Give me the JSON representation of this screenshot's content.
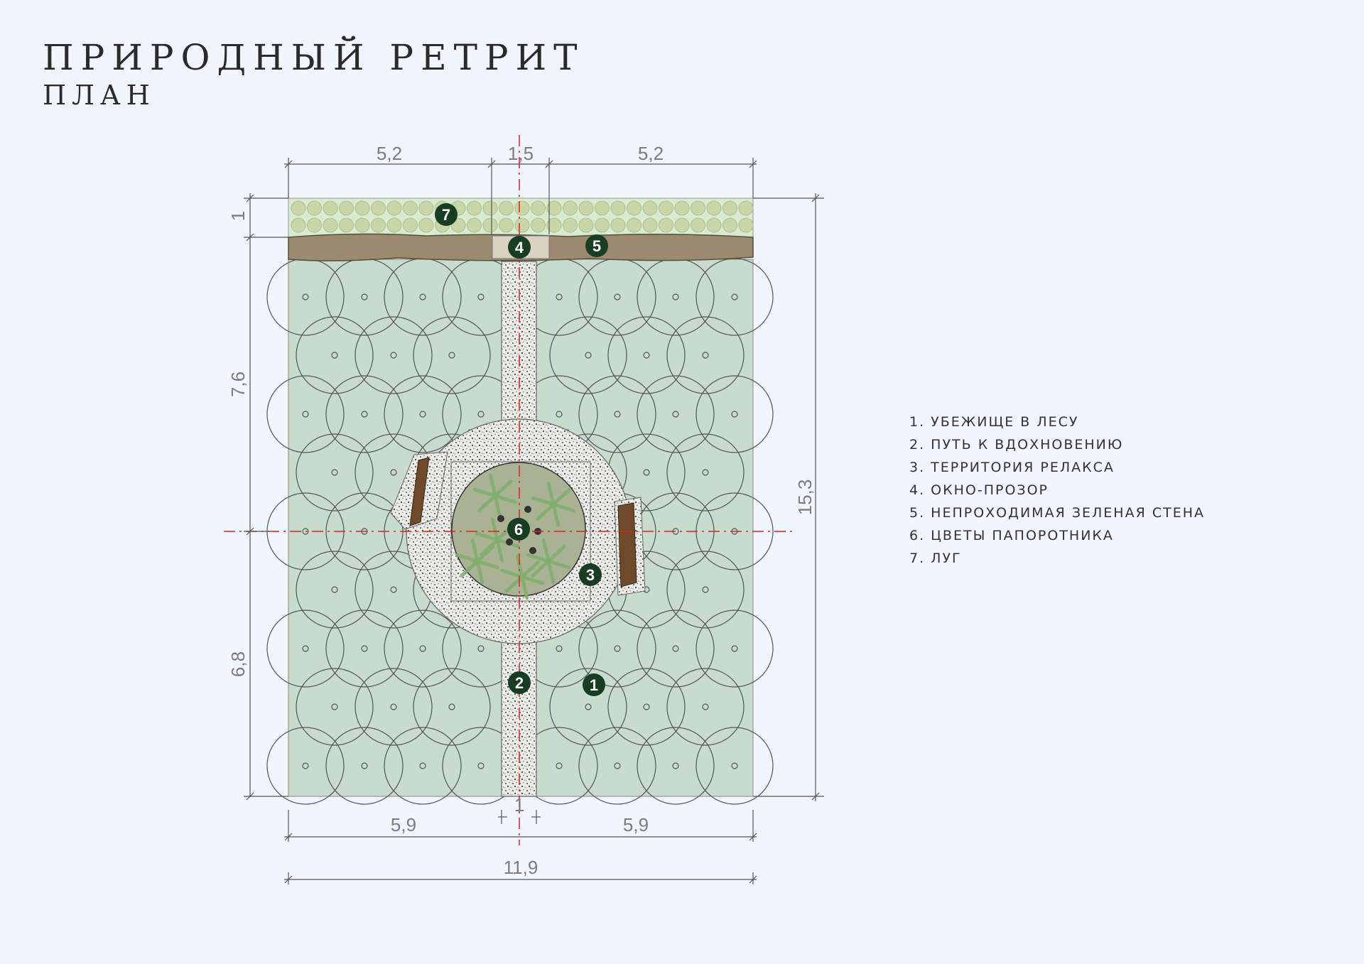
{
  "title": "ПРИРОДНЫЙ РЕТРИТ",
  "subtitle": "ПЛАН",
  "dimensions": {
    "top_left": "5,2",
    "top_center": "1,5",
    "top_right": "5,2",
    "left_top": "1",
    "left_upper": "7,6",
    "left_lower": "6,8",
    "right_total": "15,3",
    "bottom_left": "5,9",
    "bottom_center": "1",
    "bottom_right": "5,9",
    "bottom_total": "11,9"
  },
  "markers": [
    "1",
    "2",
    "3",
    "4",
    "5",
    "6",
    "7"
  ],
  "legend": [
    "1. УБЕЖИЩЕ В ЛЕСУ",
    "2. ПУТЬ К ВДОХНОВЕНИЮ",
    "3. ТЕРРИТОРИЯ РЕЛАКСА",
    "4. ОКНО-ПРОЗОР",
    "5. НЕПРОХОДИМАЯ ЗЕЛЕНАЯ СТЕНА",
    "6. ЦВЕТЫ ПАПОРОТНИКА",
    "7. ЛУГ"
  ],
  "colors": {
    "background": "#f1f5fd",
    "forest": "#c7dccc",
    "meadow": "#d6ebcf",
    "wall": "#9b8a6e",
    "path": "#e8e8e4",
    "ferns": "#a9b394",
    "marker": "#173d23",
    "axis": "#e02020"
  }
}
